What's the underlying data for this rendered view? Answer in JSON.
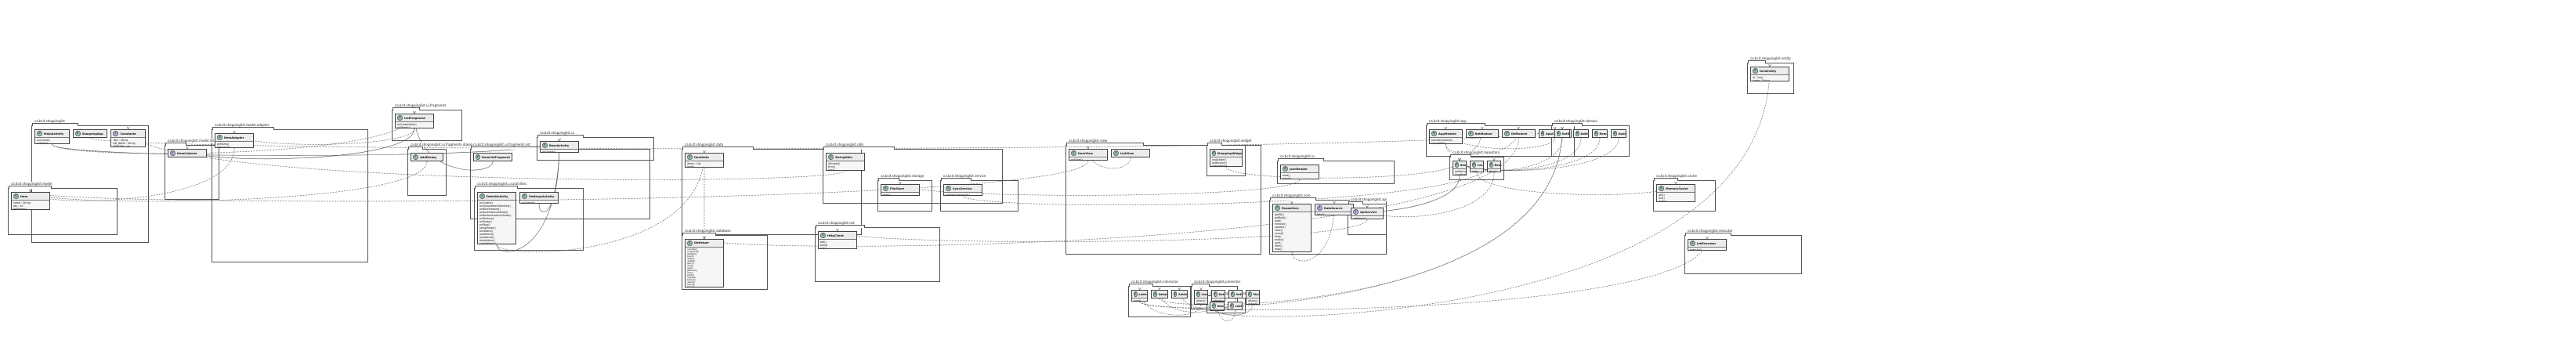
{
  "diagram": {
    "style": {
      "package_stroke": "#555555",
      "class_fill": "#f6f6f6",
      "class_head": "#ececec",
      "edge_color": "#555555",
      "icon_class": "#a3c8a8",
      "icon_interface": "#b7b0e2",
      "icon_enum": "#e8c9a7"
    },
    "packages": [
      {
        "id": "p1",
        "title": "ca.bcit.shoppinglist",
        "classes": [
          "c1",
          "c2",
          "c3"
        ]
      },
      {
        "id": "p2",
        "title": "ca.bcit.shoppinglist.model",
        "classes": [
          "c4"
        ]
      },
      {
        "id": "p3",
        "title": "ca.bcit.shoppinglist.model.adapter",
        "classes": [
          "c5"
        ]
      },
      {
        "id": "p4",
        "title": "ca.bcit.shoppinglist.model.listener",
        "classes": [
          "c6"
        ]
      },
      {
        "id": "p5",
        "title": "ca.bcit.shoppinglist.ui.fragments",
        "classes": [
          "c7"
        ]
      },
      {
        "id": "p6",
        "title": "ca.bcit.shoppinglist.ui.fragments.dialog",
        "classes": [
          "c8"
        ]
      },
      {
        "id": "p7",
        "title": "ca.bcit.shoppinglist.ui.fragments.list",
        "classes": [
          "c9"
        ]
      },
      {
        "id": "p8",
        "title": "ca.bcit.shoppinglist.ui.activities",
        "classes": [
          "c10",
          "c11"
        ]
      },
      {
        "id": "p9",
        "title": "ca.bcit.shoppinglist.ui",
        "classes": [
          "c12"
        ]
      },
      {
        "id": "p10",
        "title": "ca.bcit.shoppinglist.data",
        "classes": [
          "c13"
        ]
      },
      {
        "id": "p11",
        "title": "ca.bcit.shoppinglist.database",
        "classes": [
          "c14"
        ]
      },
      {
        "id": "p12",
        "title": "ca.bcit.shoppinglist.utils",
        "classes": [
          "c15"
        ]
      },
      {
        "id": "p13",
        "title": "ca.bcit.shoppinglist.net",
        "classes": [
          "c16"
        ]
      },
      {
        "id": "p14",
        "title": "ca.bcit.shoppinglist.storage",
        "classes": [
          "c17"
        ]
      },
      {
        "id": "p15",
        "title": "ca.bcit.shoppinglist.service",
        "classes": [
          "c18"
        ]
      },
      {
        "id": "p16",
        "title": "ca.bcit.shoppinglist.view",
        "classes": [
          "c19",
          "c20"
        ]
      },
      {
        "id": "p17",
        "title": "ca.bcit.shoppinglist.widget",
        "classes": [
          "c21"
        ]
      },
      {
        "id": "p18",
        "title": "ca.bcit.shoppinglist.io",
        "classes": [
          "c22"
        ]
      },
      {
        "id": "p19",
        "title": "ca.bcit.shoppinglist.core",
        "classes": [
          "c23",
          "c24"
        ]
      },
      {
        "id": "p20",
        "title": "ca.bcit.shoppinglist.api",
        "classes": [
          "c25"
        ]
      },
      {
        "id": "p21",
        "title": "ca.bcit.shoppinglist.app",
        "classes": [
          "c26",
          "c27",
          "c28",
          "c29"
        ]
      },
      {
        "id": "p22",
        "title": "ca.bcit.shoppinglist.repository",
        "classes": [
          "c30",
          "c31",
          "c32"
        ]
      },
      {
        "id": "p23",
        "title": "ca.bcit.shoppinglist.domain",
        "classes": [
          "c33",
          "c34",
          "c35",
          "c36"
        ]
      },
      {
        "id": "p24",
        "title": "ca.bcit.shoppinglist.interactor",
        "classes": [
          "c37",
          "c38",
          "c39"
        ]
      },
      {
        "id": "p25",
        "title": "ca.bcit.shoppinglist.presenter",
        "classes": [
          "c40",
          "c41",
          "c42",
          "c43"
        ]
      },
      {
        "id": "p26",
        "title": "ca.bcit.shoppinglist.mapper",
        "classes": [
          "c44",
          "c45"
        ]
      },
      {
        "id": "p27",
        "title": "ca.bcit.shoppinglist.cache",
        "classes": [
          "c46"
        ]
      },
      {
        "id": "p28",
        "title": "ca.bcit.shoppinglist.executor",
        "classes": [
          "c47"
        ]
      },
      {
        "id": "p29",
        "title": "ca.bcit.shoppinglist.entity",
        "classes": [
          "c48"
        ]
      }
    ],
    "classes": [
      {
        "id": "c1",
        "kind": "C",
        "name": "MainActivity",
        "members": [
          "onCreate()",
          "onStart()",
          "onResume()"
        ]
      },
      {
        "id": "c2",
        "kind": "C",
        "name": "ShoppingApp",
        "members": [
          "onCreate()"
        ]
      },
      {
        "id": "c3",
        "kind": "I",
        "name": "Constants",
        "members": [
          "TAG : String",
          "DB_NAME : String",
          "VERSION : int",
          "PREFS : String"
        ]
      },
      {
        "id": "c4",
        "kind": "C",
        "name": "Item",
        "members": [
          "name : String",
          "qty : int",
          "getName()",
          "setName()"
        ]
      },
      {
        "id": "c5",
        "kind": "C",
        "name": "ItemAdapter",
        "members": [
          "getView()",
          "getCount()",
          "getItem()"
        ]
      },
      {
        "id": "c6",
        "kind": "I",
        "name": "ItemListener",
        "members": [
          "onItemClick()"
        ]
      },
      {
        "id": "c7",
        "kind": "C",
        "name": "ListFragment",
        "members": [
          "onCreateView()",
          "onAttach()",
          "onDetach()"
        ]
      },
      {
        "id": "c8",
        "kind": "C",
        "name": "AddDialog",
        "members": [
          "onCreateDialog()"
        ]
      },
      {
        "id": "c9",
        "kind": "C",
        "name": "ItemListFragment",
        "members": [
          "onCreateView()"
        ]
      },
      {
        "id": "c10",
        "kind": "C",
        "name": "DetailActivity",
        "members": [
          "onCreate()",
          "onOptionsItemSelected()",
          "onBackPressed()",
          "onSaveInstanceState()",
          "onRestoreInstanceState()",
          "onDestroy()",
          "onPause()",
          "onStop()",
          "setupViews()",
          "bindData()",
          "loadItems()",
          "saveItems()",
          "deleteItem()",
          "updateItem()",
          "refresh()"
        ]
      },
      {
        "id": "c11",
        "kind": "C",
        "name": "SettingsActivity",
        "members": [
          "onCreate()",
          "onPreferenceChange()"
        ]
      },
      {
        "id": "c12",
        "kind": "C",
        "name": "BaseActivity",
        "members": [
          "onCreate()",
          "showToast()"
        ]
      },
      {
        "id": "c13",
        "kind": "C",
        "name": "ItemData",
        "members": [
          "items : List",
          "load()",
          "save()"
        ]
      },
      {
        "id": "c14",
        "kind": "C",
        "name": "DbHelper",
        "members": [
          "onCreate()",
          "onUpgrade()",
          "getItems()",
          "insert()",
          "delete()",
          "update()",
          "query()",
          "close()",
          "open()",
          "getCount()",
          "clear()",
          "exists()",
          "migrate()",
          "backup()",
          "restore()",
          "export()",
          "import()",
          "vacuum()",
          "reindex()",
          "analyze()",
          "lock()",
          "unlock()",
          "begin()",
          "commit()",
          "rollback()",
          "getVersion()",
          "setVersion()",
          "getPath()",
          "getSize()",
          "isOpen()",
          "isReadOnly()",
          "attach()",
          "detach()",
          "getTables()",
          "getColumns()",
          "getIndexes()",
          "getTriggers()",
          "getViews()",
          "execute()",
          "compile()",
          "bind()",
          "step()",
          "reset()",
          "finalize()"
        ]
      },
      {
        "id": "c15",
        "kind": "C",
        "name": "StringUtils",
        "members": [
          "isEmpty()",
          "trim()",
          "join()",
          "split()"
        ]
      },
      {
        "id": "c16",
        "kind": "C",
        "name": "HttpClient",
        "members": [
          "get()",
          "post()",
          "put()",
          "delete()"
        ]
      },
      {
        "id": "c17",
        "kind": "C",
        "name": "FileStore",
        "members": [
          "read()",
          "write()"
        ]
      },
      {
        "id": "c18",
        "kind": "C",
        "name": "SyncService",
        "members": [
          "onStartCommand()",
          "onBind()"
        ]
      },
      {
        "id": "c19",
        "kind": "C",
        "name": "ItemView",
        "members": [
          "onDraw()",
          "onMeasure()"
        ]
      },
      {
        "id": "c20",
        "kind": "C",
        "name": "ListView",
        "members": [
          "onDraw()"
        ]
      },
      {
        "id": "c21",
        "kind": "C",
        "name": "ShoppingWidget",
        "members": [
          "onUpdate()",
          "onReceive()",
          "onEnabled()",
          "onDisabled()"
        ]
      },
      {
        "id": "c22",
        "kind": "C",
        "name": "JsonReader",
        "members": [
          "read()",
          "parse()",
          "close()"
        ]
      },
      {
        "id": "c23",
        "kind": "C",
        "name": "Repository",
        "members": [
          "getAll()",
          "getById()",
          "add()",
          "remove()",
          "update()",
          "clear()",
          "count()",
          "find()",
          "exists()",
          "sort()",
          "filter()",
          "map()",
          "reduce()",
          "first()",
          "last()",
          "page()",
          "size()"
        ]
      },
      {
        "id": "c24",
        "kind": "I",
        "name": "DataSource",
        "members": [
          "fetch()",
          "store()"
        ]
      },
      {
        "id": "c25",
        "kind": "I",
        "name": "ApiService",
        "members": [
          "getItems()",
          "postItem()"
        ]
      },
      {
        "id": "c26",
        "kind": "C",
        "name": "AppModule",
        "members": [
          "provideContext()",
          "provideDb()",
          "provideApi()"
        ]
      },
      {
        "id": "c27",
        "kind": "C",
        "name": "NetModule",
        "members": [
          "provideClient()"
        ]
      },
      {
        "id": "c28",
        "kind": "C",
        "name": "DbModule",
        "members": [
          "provideHelper()"
        ]
      },
      {
        "id": "c29",
        "kind": "C",
        "name": "AppComponent",
        "members": [
          "inject()"
        ]
      },
      {
        "id": "c30",
        "kind": "C",
        "name": "ItemRepository",
        "members": [
          "getItems()",
          "saveItem()",
          "deleteItem()"
        ]
      },
      {
        "id": "c31",
        "kind": "C",
        "name": "CacheRepository",
        "members": [
          "get()",
          "put()"
        ]
      },
      {
        "id": "c32",
        "kind": "C",
        "name": "RemoteRepository",
        "members": [
          "fetch()",
          "sync()"
        ]
      },
      {
        "id": "c33",
        "kind": "C",
        "name": "GetItems",
        "members": [
          "execute()"
        ]
      },
      {
        "id": "c34",
        "kind": "C",
        "name": "AddItem",
        "members": [
          "execute()"
        ]
      },
      {
        "id": "c35",
        "kind": "C",
        "name": "RemoveItem",
        "members": [
          "execute()"
        ]
      },
      {
        "id": "c36",
        "kind": "C",
        "name": "UpdateItem",
        "members": [
          "execute()"
        ]
      },
      {
        "id": "c37",
        "kind": "C",
        "name": "ListInteractor",
        "members": [
          "load()",
          "refresh()"
        ]
      },
      {
        "id": "c38",
        "kind": "C",
        "name": "DetailInteractor",
        "members": [
          "load()"
        ]
      },
      {
        "id": "c39",
        "kind": "C",
        "name": "SettingsInteractor",
        "members": [
          "save()"
        ]
      },
      {
        "id": "c40",
        "kind": "C",
        "name": "ListPresenter",
        "members": [
          "attach()",
          "detach()",
          "onItemClicked()"
        ]
      },
      {
        "id": "c41",
        "kind": "C",
        "name": "DetailPresenter",
        "members": [
          "attach()",
          "detach()"
        ]
      },
      {
        "id": "c42",
        "kind": "C",
        "name": "SettingsPresenter",
        "members": [
          "attach()"
        ]
      },
      {
        "id": "c43",
        "kind": "C",
        "name": "MainPresenter",
        "members": [
          "attach()",
          "detach()",
          "start()"
        ]
      },
      {
        "id": "c44",
        "kind": "C",
        "name": "ItemMapper",
        "members": [
          "toEntity()",
          "toModel()"
        ]
      },
      {
        "id": "c45",
        "kind": "C",
        "name": "ListMapper",
        "members": [
          "map()"
        ]
      },
      {
        "id": "c46",
        "kind": "C",
        "name": "MemoryCache",
        "members": [
          "get()",
          "put()",
          "evict()",
          "clear()"
        ]
      },
      {
        "id": "c47",
        "kind": "C",
        "name": "JobExecutor",
        "members": [
          "execute()",
          "shutdown()"
        ]
      },
      {
        "id": "c48",
        "kind": "C",
        "name": "ItemEntity",
        "members": [
          "id : long",
          "name : String",
          "qty : int"
        ]
      }
    ],
    "edges": [
      {
        "from": "c1",
        "to": "c12",
        "kind": "extends"
      },
      {
        "from": "c10",
        "to": "c12",
        "kind": "extends"
      },
      {
        "from": "c11",
        "to": "c12",
        "kind": "extends"
      },
      {
        "from": "c1",
        "to": "c7",
        "kind": "uses"
      },
      {
        "from": "c7",
        "to": "c5",
        "kind": "uses"
      },
      {
        "from": "c5",
        "to": "c4",
        "kind": "uses"
      },
      {
        "from": "c7",
        "to": "c6",
        "kind": "implements"
      },
      {
        "from": "c9",
        "to": "c7",
        "kind": "extends"
      },
      {
        "from": "c8",
        "to": "c4",
        "kind": "uses"
      },
      {
        "from": "c10",
        "to": "c13",
        "kind": "uses"
      },
      {
        "from": "c13",
        "to": "c14",
        "kind": "uses"
      },
      {
        "from": "c23",
        "to": "c24",
        "kind": "uses"
      },
      {
        "from": "c30",
        "to": "c23",
        "kind": "extends"
      },
      {
        "from": "c31",
        "to": "c46",
        "kind": "uses"
      },
      {
        "from": "c32",
        "to": "c25",
        "kind": "uses"
      },
      {
        "from": "c25",
        "to": "c16",
        "kind": "uses"
      },
      {
        "from": "c33",
        "to": "c30",
        "kind": "uses"
      },
      {
        "from": "c34",
        "to": "c30",
        "kind": "uses"
      },
      {
        "from": "c35",
        "to": "c30",
        "kind": "uses"
      },
      {
        "from": "c36",
        "to": "c30",
        "kind": "uses"
      },
      {
        "from": "c37",
        "to": "c33",
        "kind": "uses"
      },
      {
        "from": "c38",
        "to": "c33",
        "kind": "uses"
      },
      {
        "from": "c40",
        "to": "c37",
        "kind": "uses"
      },
      {
        "from": "c41",
        "to": "c38",
        "kind": "uses"
      },
      {
        "from": "c42",
        "to": "c39",
        "kind": "uses"
      },
      {
        "from": "c43",
        "to": "c40",
        "kind": "uses"
      },
      {
        "from": "c44",
        "to": "c48",
        "kind": "uses"
      },
      {
        "from": "c45",
        "to": "c44",
        "kind": "uses"
      },
      {
        "from": "c29",
        "to": "c26",
        "kind": "uses"
      },
      {
        "from": "c26",
        "to": "c27",
        "kind": "uses"
      },
      {
        "from": "c26",
        "to": "c28",
        "kind": "uses"
      },
      {
        "from": "c28",
        "to": "c14",
        "kind": "uses"
      },
      {
        "from": "c18",
        "to": "c32",
        "kind": "uses"
      },
      {
        "from": "c21",
        "to": "c30",
        "kind": "uses"
      },
      {
        "from": "c19",
        "to": "c4",
        "kind": "uses"
      },
      {
        "from": "c20",
        "to": "c19",
        "kind": "uses"
      },
      {
        "from": "c22",
        "to": "c17",
        "kind": "uses"
      },
      {
        "from": "c2",
        "to": "c29",
        "kind": "uses"
      },
      {
        "from": "c37",
        "to": "c47",
        "kind": "uses"
      },
      {
        "from": "c15",
        "to": "c3",
        "kind": "uses"
      }
    ]
  }
}
